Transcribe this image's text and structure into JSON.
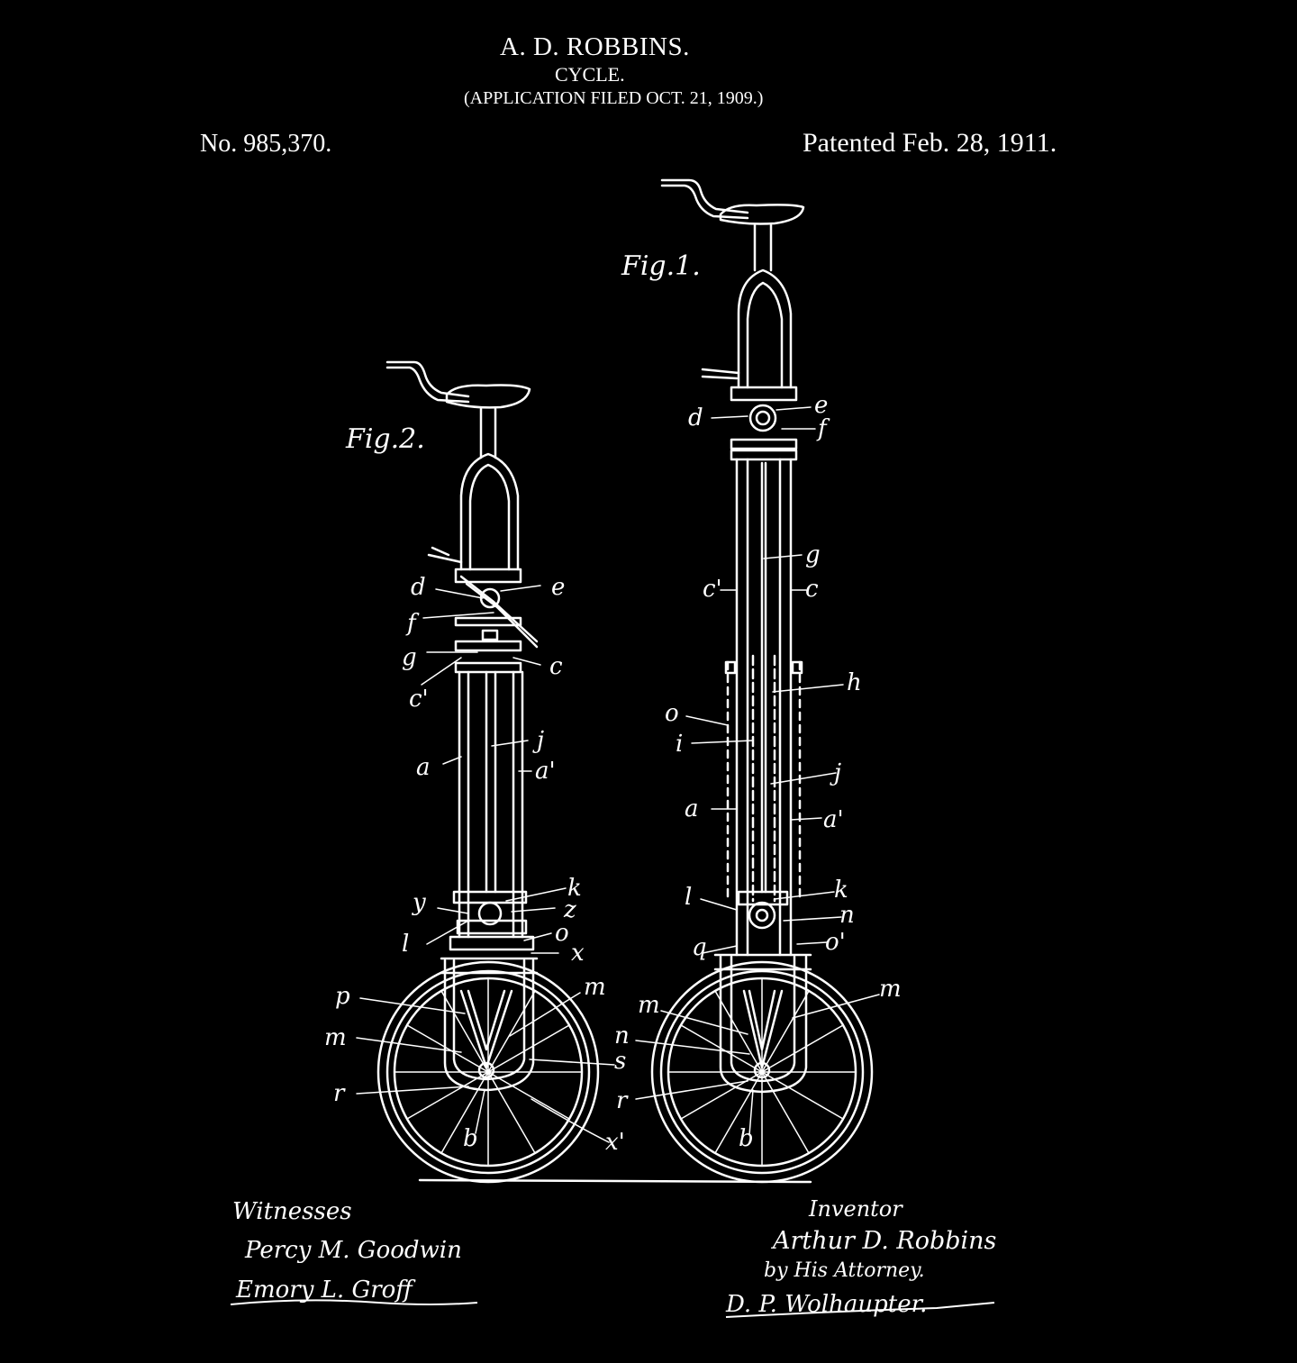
{
  "header": {
    "inventor_name": "A. D. ROBBINS.",
    "invention_title": "CYCLE.",
    "filing_note": "(APPLICATION FILED OCT. 21, 1909.)",
    "patent_number": "No. 985,370.",
    "patent_date": "Patented Feb. 28, 1911."
  },
  "figures": {
    "fig1_label": "Fig.1.",
    "fig2_label": "Fig.2."
  },
  "fig1_refs": [
    "d",
    "e",
    "f",
    "g",
    "c'",
    "c",
    "h",
    "o",
    "i",
    "j",
    "a",
    "a'",
    "l",
    "k",
    "n",
    "q",
    "o'",
    "m",
    "m",
    "n",
    "r",
    "b"
  ],
  "fig2_refs": [
    "d",
    "e",
    "f",
    "g",
    "c",
    "c'",
    "j",
    "a",
    "a'",
    "k",
    "y",
    "z",
    "l",
    "o",
    "x",
    "p",
    "m",
    "m",
    "s",
    "r",
    "b",
    "x'"
  ],
  "signatures": {
    "witnesses_heading": "Witnesses",
    "witness_1": "Percy M. Goodwin",
    "witness_2": "Emory L. Groff",
    "inventor_heading": "Inventor",
    "inventor_signature": "Arthur D. Robbins",
    "attorney_line": "by His Attorney.",
    "attorney_signature": "D. P. Wolhaupter."
  },
  "colors": {
    "background": "#000000",
    "ink": "#ffffff"
  }
}
